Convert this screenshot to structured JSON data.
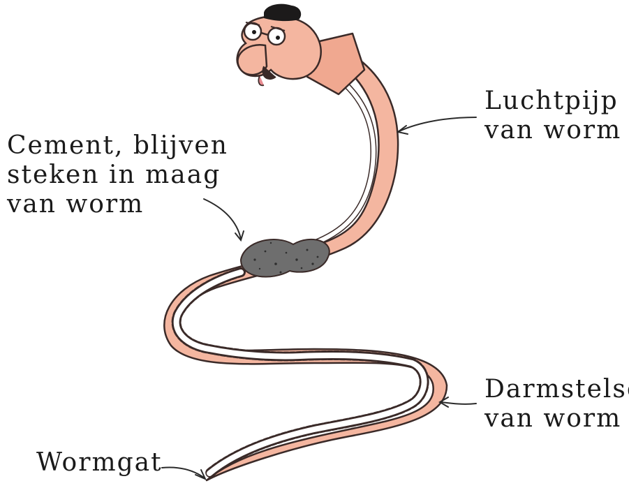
{
  "labels": {
    "cement": [
      "Cement, blijven",
      "steken in maag",
      "van worm"
    ],
    "luchtpijp": [
      "Luchtpijp",
      "van worm"
    ],
    "darmstelsel": [
      "Darmstelsel",
      "van worm"
    ],
    "wormgat": [
      "Wormgat"
    ]
  },
  "colors": {
    "worm_body": "#f4b6a0",
    "outline": "#3a2a28",
    "tube": "#ffffff",
    "stomach": "#6e6e6e",
    "hair": "#1c1a1a",
    "arrow": "#2a2a2a"
  },
  "icons": {
    "worm": "worm-icon",
    "glasses": "glasses-icon",
    "hair": "hair-icon"
  }
}
